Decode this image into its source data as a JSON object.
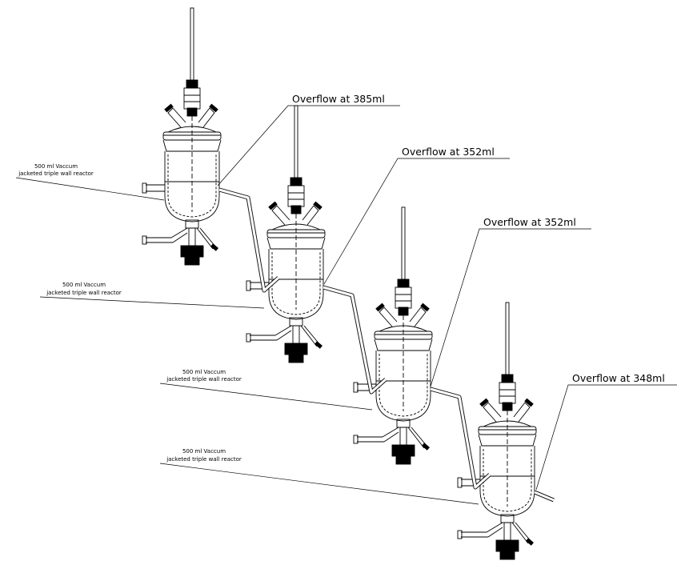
{
  "diagram": {
    "reactors": [
      {
        "id": "r1",
        "label_line1": "500 ml Vaccum",
        "label_line2": "jacketed triple wall reactor",
        "overflow_label": "Overflow at 385ml"
      },
      {
        "id": "r2",
        "label_line1": "500 ml Vaccum",
        "label_line2": "jacketed triple wall reactor",
        "overflow_label": "Overflow at 352ml"
      },
      {
        "id": "r3",
        "label_line1": "500 ml Vaccum",
        "label_line2": "jacketed triple wall reactor",
        "overflow_label": "Overflow at 352ml"
      },
      {
        "id": "r4",
        "label_line1": "500 ml Vaccum",
        "label_line2": "jacketed triple wall reactor",
        "overflow_label": "Overflow at 348ml"
      }
    ],
    "colors": {
      "line": "#000000",
      "background": "#ffffff"
    }
  }
}
